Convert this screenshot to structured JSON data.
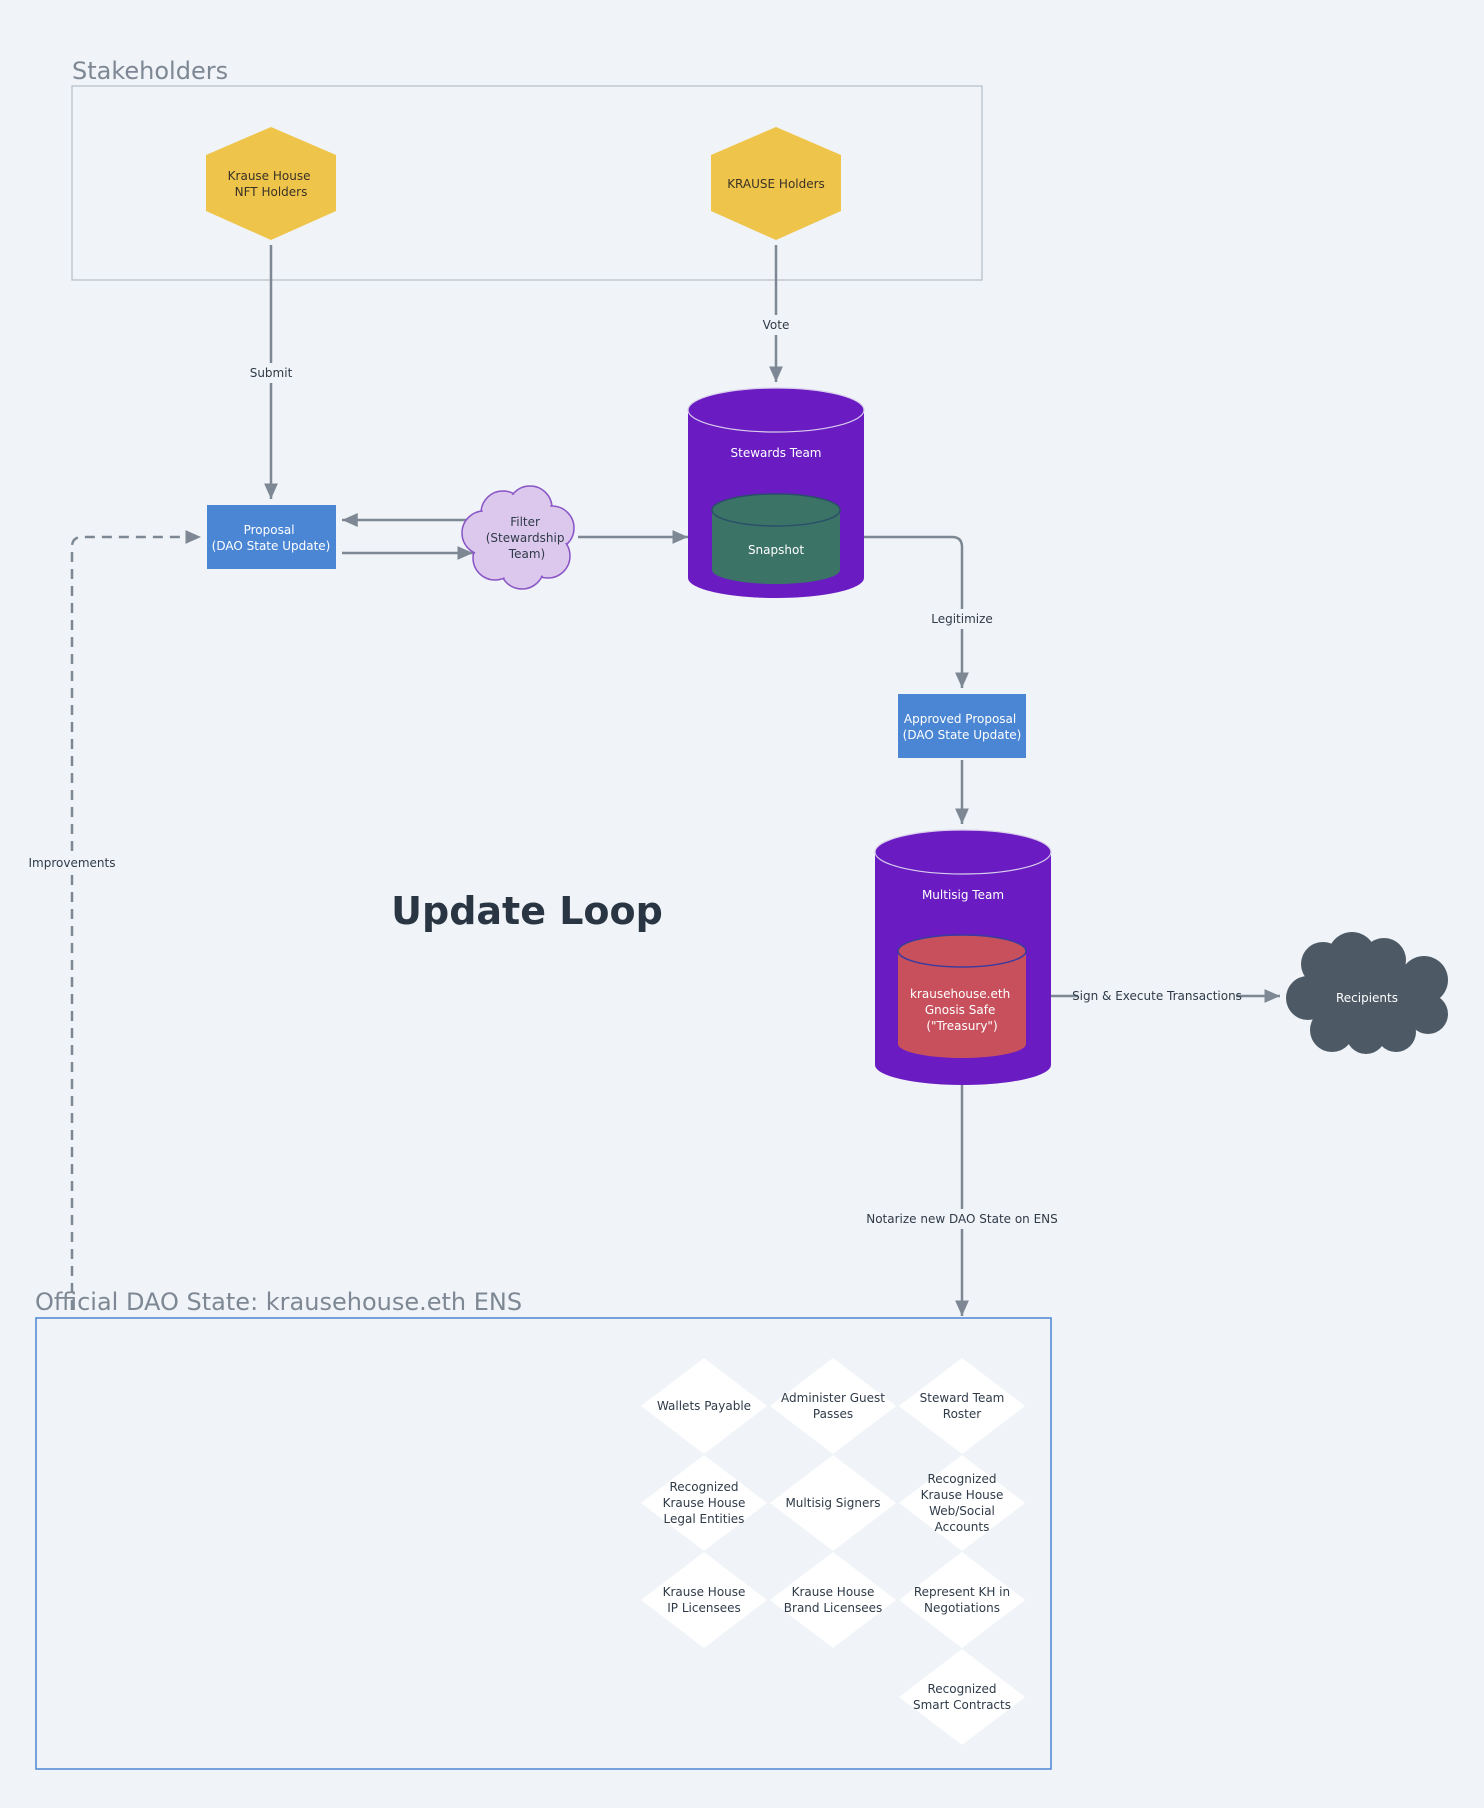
{
  "title": "Update Loop",
  "groups": {
    "stakeholders": "Stakeholders",
    "dao_state": "Official DAO State: krausehouse.eth ENS"
  },
  "nodes": {
    "nft_holders": [
      "Krause House",
      "NFT Holders"
    ],
    "krause_holders": [
      "KRAUSE Holders"
    ],
    "proposal": [
      "Proposal",
      "(DAO State Update)"
    ],
    "filter": [
      "Filter",
      "(Stewardship",
      "Team)"
    ],
    "stewards_team": [
      "Stewards Team"
    ],
    "snapshot": [
      "Snapshot"
    ],
    "approved_proposal": [
      "Approved Proposal",
      "(DAO State Update)"
    ],
    "multisig_team": [
      "Multisig Team"
    ],
    "treasury": [
      "krausehouse.eth",
      "Gnosis Safe",
      "(\"Treasury\")"
    ],
    "recipients": [
      "Recipients"
    ]
  },
  "edges": {
    "submit": "Submit",
    "vote": "Vote",
    "legitimize": "Legitimize",
    "sign_execute": "Sign & Execute Transactions",
    "notarize": "Notarize new DAO State on ENS",
    "improvements": "Improvements"
  },
  "state_items": [
    [
      "Wallets Payable"
    ],
    [
      "Administer Guest",
      "Passes"
    ],
    [
      "Steward Team",
      "Roster"
    ],
    [
      "Recognized",
      "Krause House",
      "Legal Entities"
    ],
    [
      "Multisig Signers"
    ],
    [
      "Recognized",
      "Krause House",
      "Web/Social",
      "Accounts"
    ],
    [
      "Krause House",
      "IP Licensees"
    ],
    [
      "Krause House",
      "Brand Licensees"
    ],
    [
      "Represent KH in",
      "Negotiations"
    ],
    [
      "Recognized",
      "Smart Contracts"
    ]
  ],
  "colors": {
    "background": "#f0f3f7",
    "hexagon": "#efc44a",
    "box": "#4a86d4",
    "cylinder_outer": "#6a1bc1",
    "snapshot": "#3b7466",
    "treasury": "#c8505c",
    "cloud_filter": "#dcc8ec",
    "cloud_recipients": "#4d5a66",
    "connector": "#7d8894",
    "group_border": "#4a86d4"
  }
}
